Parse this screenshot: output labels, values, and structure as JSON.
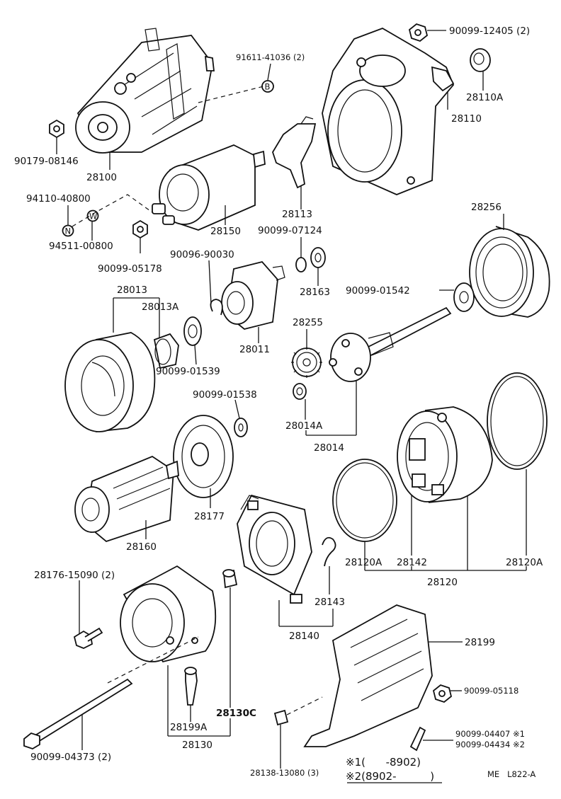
{
  "labels": {
    "l_91611": "91611-41036 (2)",
    "l_90099_12405": "90099-12405 (2)",
    "l_28110A": "28110A",
    "l_28110": "28110",
    "l_90179": "90179-08146",
    "l_28100": "28100",
    "l_94110": "94110-40800",
    "l_94511": "94511-00800",
    "l_28150": "28150",
    "l_28113": "28113",
    "l_90099_05178": "90099-05178",
    "l_90096": "90096-90030",
    "l_90099_07124": "90099-07124",
    "l_28163": "28163",
    "l_28256": "28256",
    "l_28013": "28013",
    "l_28013A": "28013A",
    "l_90099_01542": "90099-01542",
    "l_28255": "28255",
    "l_28011": "28011",
    "l_90099_01539": "90099-01539",
    "l_90099_01538": "90099-01538",
    "l_28014A": "28014A",
    "l_28014": "28014",
    "l_28177": "28177",
    "l_28160": "28160",
    "l_28120A_left": "28120A",
    "l_28142": "28142",
    "l_28120A_right": "28120A",
    "l_28120": "28120",
    "l_28176": "28176-15090 (2)",
    "l_28143": "28143",
    "l_28140": "28140",
    "l_28199": "28199",
    "l_90099_05118": "90099-05118",
    "l_28130C": "28130C",
    "l_28199A": "28199A",
    "l_28130": "28130",
    "l_90099_04407": "90099-04407 ※1",
    "l_90099_04434": "90099-04434 ※2",
    "l_90099_04373": "90099-04373 (2)",
    "l_28138": "28138-13080 (3)",
    "l_note1": "※1(      -8902)",
    "l_note2": "※2(8902-          )",
    "l_code": "ME   L822-A"
  },
  "markers": {
    "b": "B",
    "n": "N",
    "w": "W"
  }
}
